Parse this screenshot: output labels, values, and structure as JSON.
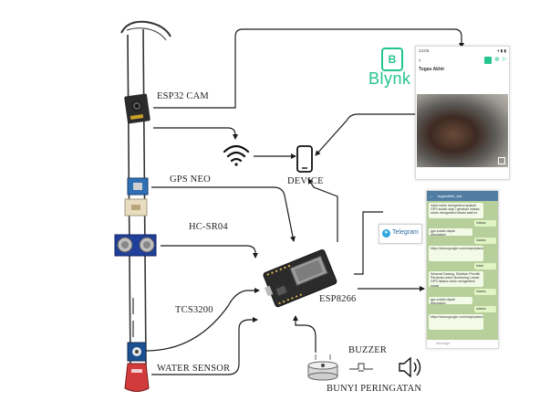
{
  "labels": {
    "esp32cam": "ESP32 CAM",
    "gps": "GPS NEO",
    "hcsr04": "HC-SR04",
    "tcs3200": "TCS3200",
    "water": "WATER SENSOR",
    "device": "DEVICE",
    "esp8266": "ESP8266",
    "buzzer": "BUZZER",
    "bunyi": "BUNYI PERINGATAN"
  },
  "blynk": {
    "logo_text": "Blynk",
    "status_time": "14:03",
    "project_name": "Tugas Akhir"
  },
  "telegram": {
    "badge_text": "Telegram",
    "chat_title": "tugasakhir_bot",
    "messages": [
      {
        "dir": "in",
        "text": "/start untuk mengetahui apakah GPS sudah siap / gerakan /status untuk mengetahui lokasi saat ini"
      },
      {
        "dir": "out",
        "text": "/status"
      },
      {
        "dir": "in",
        "text": "gps sudah dapat digunakan"
      },
      {
        "dir": "out",
        "text": "/status"
      },
      {
        "dir": "in",
        "text": "https://www.google.com/maps/place/-6.975,107.63"
      },
      {
        "dir": "out",
        "text": "/start"
      },
      {
        "dir": "in",
        "text": "Selamat Datang, Silahkan Pemilik Penanda untuk Monitoring Lokasi GPS /status untuk mengetahui lokasi"
      },
      {
        "dir": "out",
        "text": "/status"
      },
      {
        "dir": "in",
        "text": "gps sudah dapat digunakan"
      },
      {
        "dir": "out",
        "text": "/status"
      },
      {
        "dir": "in",
        "text": "https://www.google.com/maps/place/-6.975,107.63"
      }
    ],
    "input_placeholder": "Message"
  },
  "colors": {
    "blynk_green": "#23c48e",
    "telegram_blue": "#2ca5e0",
    "board_dark": "#2b2b2b",
    "hc_blue": "#1f3f9a",
    "line": "#1a1a1a"
  }
}
